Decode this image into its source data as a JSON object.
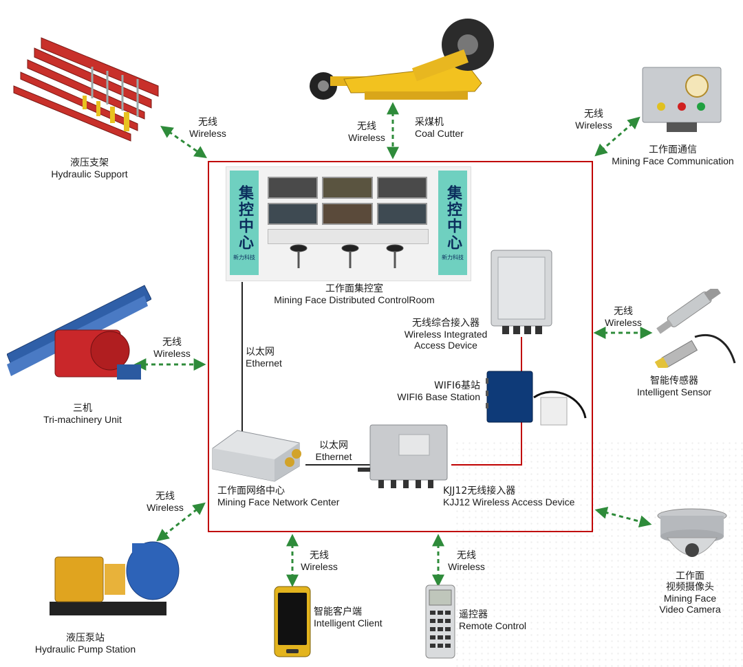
{
  "colors": {
    "frame": "#c00000",
    "wireless_arrow": "#2e8b3a",
    "ethernet": "#222222",
    "device_link": "#c00000"
  },
  "control_room": {
    "banner_left": "集控中心",
    "banner_right": "集控中心",
    "brand": "新力科技",
    "label_zh": "工作面集控室",
    "label_en": "Mining Face Distributed ControlRoom"
  },
  "nodes": {
    "hydraulic_support": {
      "zh": "液压支架",
      "en": "Hydraulic Support"
    },
    "coal_cutter": {
      "zh": "采煤机",
      "en": "Coal Cutter"
    },
    "face_comm": {
      "zh": "工作面通信",
      "en": "Mining Face Communication"
    },
    "tri_machinery": {
      "zh": "三机",
      "en": "Tri-machinery Unit"
    },
    "sensor": {
      "zh": "智能传感器",
      "en": "Intelligent Sensor"
    },
    "pump_station": {
      "zh": "液压泵站",
      "en": "Hydraulic Pump Station"
    },
    "client": {
      "zh": "智能客户端",
      "en": "Intelligent Client"
    },
    "remote": {
      "zh": "遥控器",
      "en": "Remote Control"
    },
    "camera": {
      "zh1": "工作面",
      "zh2": "视频摄像头",
      "en1": "Mining Face",
      "en2": "Video Camera"
    }
  },
  "inner_devices": {
    "wireless_access": {
      "zh": "无线综合接入器",
      "en1": "Wireless Integrated",
      "en2": "Access Device"
    },
    "wifi6": {
      "zh": "WIFI6基站",
      "en": "WIFI6 Base Station"
    },
    "network_center": {
      "zh": "工作面网络中心",
      "en": "Mining Face Network Center"
    },
    "kjj12": {
      "zh": "KJJ12无线接入器",
      "en": "KJJ12 Wireless Access Device"
    }
  },
  "links": {
    "wireless_zh": "无线",
    "wireless_en": "Wireless",
    "ethernet_zh": "以太网",
    "ethernet_en": "Ethernet"
  }
}
